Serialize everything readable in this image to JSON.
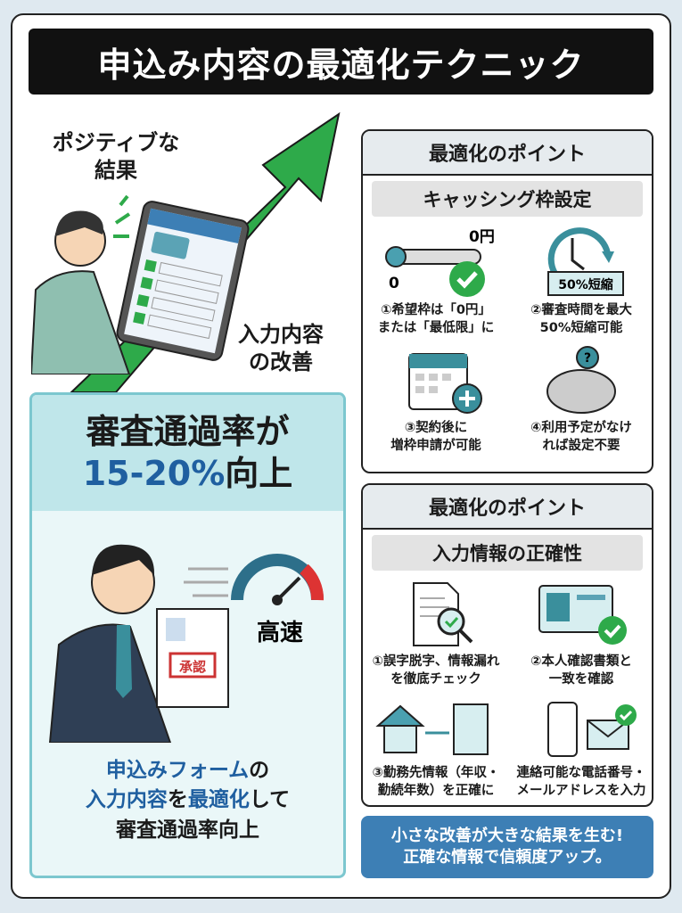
{
  "title": "申込み内容の最適化テクニック",
  "left": {
    "positive_label": [
      "ポジティブな",
      "結果"
    ],
    "input_label": [
      "入力内容",
      "の改善"
    ],
    "result": {
      "line1": "審査通過率が",
      "highlight": "15-20%",
      "line2_suffix": "向上",
      "speed": "高速",
      "stamp": "承認",
      "bottom": [
        [
          "申込みフォーム",
          "の"
        ],
        [
          "入力内容",
          "を",
          "最適化",
          "して"
        ],
        [
          "審査通過率向上"
        ]
      ]
    }
  },
  "panel1": {
    "header": "最適化のポイント",
    "subheader": "キャッシング枠設定",
    "slider": {
      "min": "0",
      "max": "0円"
    },
    "badge": "50%短縮",
    "items": [
      [
        "①希望枠は「0円」",
        "または「最低限」に"
      ],
      [
        "②審査時間を最大",
        "50%短縮可能"
      ],
      [
        "③契約後に",
        "増枠申請が可能"
      ],
      [
        "④利用予定がなけ",
        "れば設定不要"
      ]
    ]
  },
  "panel2": {
    "header": "最適化のポイント",
    "subheader": "入力情報の正確性",
    "items": [
      [
        "①誤字脱字、情報漏れ",
        "を徹底チェック"
      ],
      [
        "②本人確認書類と",
        "一致を確認"
      ],
      [
        "③勤務先情報（年収・",
        "勤続年数）を正確に"
      ],
      [
        "連絡可能な電話番号・",
        "メールアドレスを入力"
      ]
    ]
  },
  "footer": [
    "小さな改善が大きな結果を生む!",
    "正確な情報で信頼度アップ。"
  ],
  "colors": {
    "green": "#2eaa4a",
    "teal": "#3a8f9c",
    "blue": "#1f5fa0",
    "footer": "#3d7fb5"
  }
}
